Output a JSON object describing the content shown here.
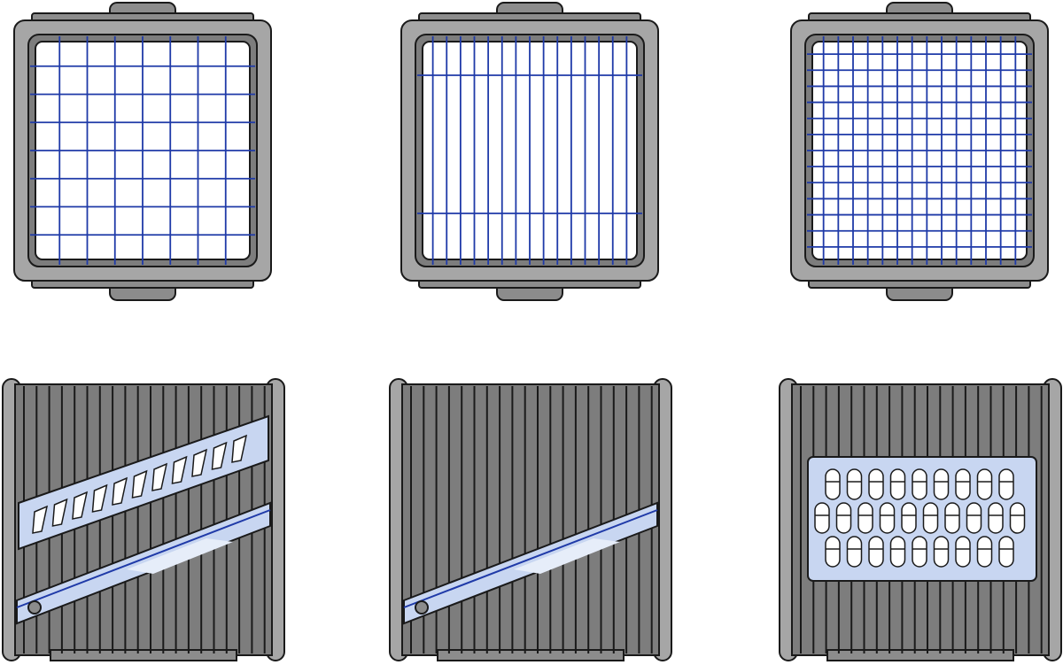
{
  "colors": {
    "background": "#ffffff",
    "outline": "#1a1a1a",
    "frame_gray": "#a6a6a6",
    "frame_dark": "#8c8c8c",
    "inner_panel": "#7d7d7d",
    "grid_blue": "#1f3aa8",
    "blade_blue": "#c8d6f1",
    "blade_edge": "#1f3aa8",
    "hole_fill": "#ffffff"
  },
  "blades": [
    {
      "id": "dicing-grid-large",
      "kind": "grid",
      "cols": 7,
      "rows": 7
    },
    {
      "id": "strip-grid",
      "kind": "grid",
      "cols": 15,
      "rows": 2
    },
    {
      "id": "dicing-grid-small",
      "kind": "grid",
      "cols": 14,
      "rows": 13
    },
    {
      "id": "julienne-slicer",
      "kind": "serrated-slicer",
      "teeth": 11
    },
    {
      "id": "straight-slicer",
      "kind": "straight-slicer"
    },
    {
      "id": "grater",
      "kind": "grater",
      "hole_rows": [
        9,
        10,
        9
      ]
    }
  ]
}
